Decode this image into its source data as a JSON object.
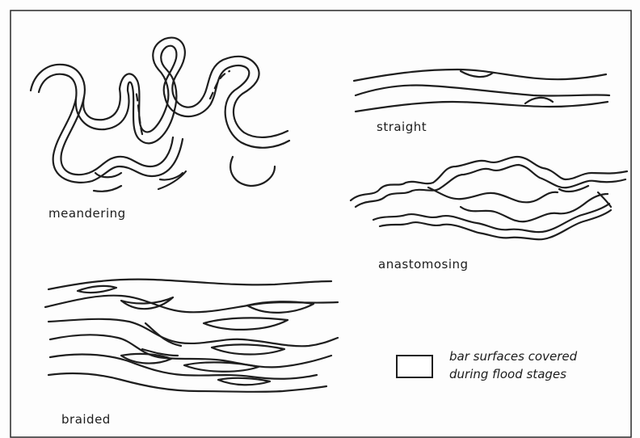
{
  "labels": {
    "meandering": "meandering",
    "straight": "straight",
    "anastomosing": "anastomosing",
    "braided": "braided"
  },
  "legend": {
    "line1": "bar surfaces covered",
    "line2": "during flood stages"
  }
}
